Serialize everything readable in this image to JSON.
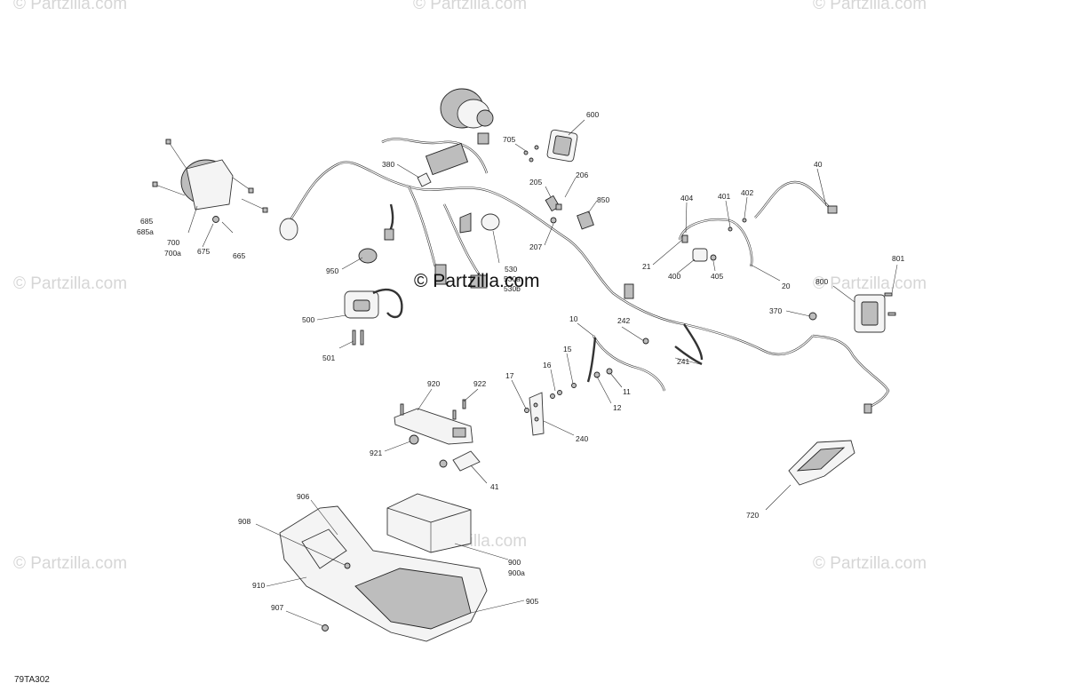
{
  "diagram": {
    "code": "79TA302",
    "brand_watermark": "© Partzilla.com",
    "faint_watermark": "© Partzilla.com",
    "callouts": [
      {
        "id": "c600",
        "label": "600"
      },
      {
        "id": "c705",
        "label": "705"
      },
      {
        "id": "c380",
        "label": "380"
      },
      {
        "id": "c206",
        "label": "206"
      },
      {
        "id": "c205",
        "label": "205"
      },
      {
        "id": "c850",
        "label": "850"
      },
      {
        "id": "c40",
        "label": "40"
      },
      {
        "id": "c404",
        "label": "404"
      },
      {
        "id": "c401",
        "label": "401"
      },
      {
        "id": "c402",
        "label": "402"
      },
      {
        "id": "c207",
        "label": "207"
      },
      {
        "id": "c21",
        "label": "21"
      },
      {
        "id": "c400",
        "label": "400"
      },
      {
        "id": "c405",
        "label": "405"
      },
      {
        "id": "c20",
        "label": "20"
      },
      {
        "id": "c801",
        "label": "801"
      },
      {
        "id": "c800",
        "label": "800"
      },
      {
        "id": "c370",
        "label": "370"
      },
      {
        "id": "c685",
        "label": "685"
      },
      {
        "id": "c685a",
        "label": "685a"
      },
      {
        "id": "c700",
        "label": "700"
      },
      {
        "id": "c700a",
        "label": "700a"
      },
      {
        "id": "c675",
        "label": "675"
      },
      {
        "id": "c665",
        "label": "665"
      },
      {
        "id": "c950",
        "label": "950"
      },
      {
        "id": "c530",
        "label": "530"
      },
      {
        "id": "c530a",
        "label": "530a"
      },
      {
        "id": "c530b",
        "label": "530b"
      },
      {
        "id": "c500",
        "label": "500"
      },
      {
        "id": "c501",
        "label": "501"
      },
      {
        "id": "c10",
        "label": "10"
      },
      {
        "id": "c242",
        "label": "242"
      },
      {
        "id": "c241",
        "label": "241"
      },
      {
        "id": "c15",
        "label": "15"
      },
      {
        "id": "c16",
        "label": "16"
      },
      {
        "id": "c11",
        "label": "11"
      },
      {
        "id": "c12",
        "label": "12"
      },
      {
        "id": "c17",
        "label": "17"
      },
      {
        "id": "c240",
        "label": "240"
      },
      {
        "id": "c920",
        "label": "920"
      },
      {
        "id": "c922",
        "label": "922"
      },
      {
        "id": "c921",
        "label": "921"
      },
      {
        "id": "c41",
        "label": "41"
      },
      {
        "id": "c720",
        "label": "720"
      },
      {
        "id": "c906",
        "label": "906"
      },
      {
        "id": "c908",
        "label": "908"
      },
      {
        "id": "c900",
        "label": "900"
      },
      {
        "id": "c900a",
        "label": "900a"
      },
      {
        "id": "c910",
        "label": "910"
      },
      {
        "id": "c905",
        "label": "905"
      },
      {
        "id": "c907",
        "label": "907"
      }
    ]
  }
}
